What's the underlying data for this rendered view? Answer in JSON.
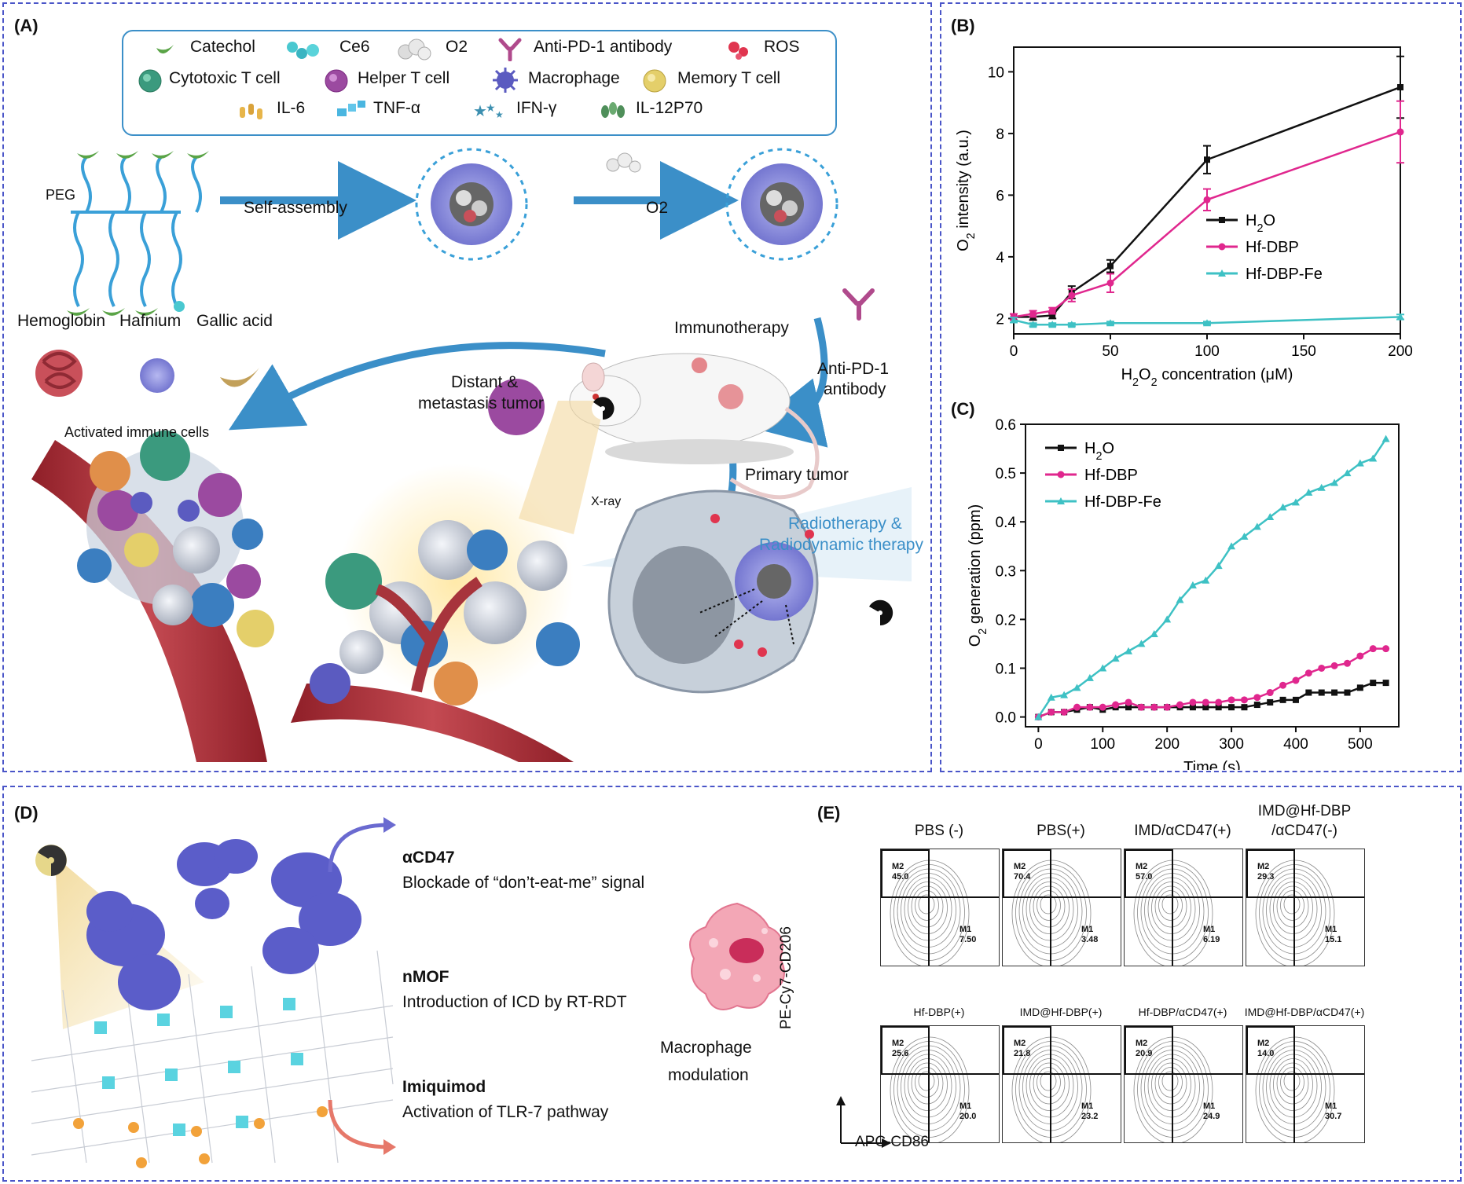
{
  "panels": {
    "A": "(A)",
    "B": "(B)",
    "C": "(C)",
    "D": "(D)",
    "E": "(E)"
  },
  "legend": {
    "catechol": "Catechol",
    "ce6": "Ce6",
    "o2": "O2",
    "anti_pd1": "Anti-PD-1 antibody",
    "ros": "ROS",
    "cytotoxic": "Cytotoxic T cell",
    "helper": "Helper T cell",
    "macrophage": "Macrophage",
    "memory": "Memory T cell",
    "il6": "IL-6",
    "tnf": "TNF-α",
    "ifn": "IFN-γ",
    "il12": "IL-12P70"
  },
  "scheme": {
    "peg": "PEG",
    "self_assembly": "Self-assembly",
    "o2": "O2",
    "hemoglobin": "Hemoglobin",
    "hafnium": "Hafnium",
    "gallic": "Gallic acid",
    "immunotherapy": "Immunotherapy",
    "anti_pd1": "Anti-PD-1 antibody",
    "distant": "Distant &",
    "metastasis": "metastasis tumor",
    "primary": "Primary tumor",
    "activated": "Activated immune cells",
    "xray": "X-ray",
    "radio1": "Radiotherapy &",
    "radio2": "Radiodynamic therapy"
  },
  "chart_data": [
    {
      "panel": "B",
      "type": "line",
      "xlabel": "H2O2 concentration (μM)",
      "ylabel": "O2 intensity (a.u.)",
      "xlim": [
        0,
        200
      ],
      "ylim": [
        1.5,
        10.8
      ],
      "xticks": [
        0,
        50,
        100,
        150,
        200
      ],
      "yticks": [
        2,
        4,
        6,
        8,
        10
      ],
      "legend_position": "right",
      "series": [
        {
          "name": "H2O",
          "color": "#111111",
          "x": [
            0,
            10,
            20,
            30,
            50,
            100,
            200
          ],
          "y": [
            2.05,
            2.05,
            2.1,
            2.85,
            3.7,
            7.15,
            9.5
          ],
          "err": [
            0.1,
            0.1,
            0.1,
            0.2,
            0.2,
            0.45,
            1.0
          ]
        },
        {
          "name": "Hf-DBP",
          "color": "#e0278e",
          "x": [
            0,
            10,
            20,
            30,
            50,
            100,
            200
          ],
          "y": [
            2.05,
            2.15,
            2.25,
            2.75,
            3.15,
            5.85,
            8.05
          ],
          "err": [
            0.1,
            0.1,
            0.1,
            0.2,
            0.3,
            0.35,
            1.0
          ]
        },
        {
          "name": "Hf-DBP-Fe",
          "color": "#3ec1c4",
          "x": [
            0,
            10,
            20,
            30,
            50,
            100,
            200
          ],
          "y": [
            1.95,
            1.8,
            1.8,
            1.8,
            1.85,
            1.85,
            2.05
          ],
          "err": [
            0.08,
            0.05,
            0.05,
            0.05,
            0.05,
            0.05,
            0.08
          ]
        }
      ]
    },
    {
      "panel": "C",
      "type": "line",
      "xlabel": "Time (s)",
      "ylabel": "O2 generation (ppm)",
      "xlim": [
        -20,
        560
      ],
      "ylim": [
        -0.02,
        0.6
      ],
      "xticks": [
        0,
        100,
        200,
        300,
        400,
        500
      ],
      "yticks": [
        0.0,
        0.1,
        0.2,
        0.3,
        0.4,
        0.5,
        0.6
      ],
      "legend_position": "top-left",
      "series": [
        {
          "name": "H2O",
          "color": "#111111",
          "x": [
            0,
            20,
            40,
            60,
            80,
            100,
            120,
            140,
            160,
            180,
            200,
            220,
            240,
            260,
            280,
            300,
            320,
            340,
            360,
            380,
            400,
            420,
            440,
            460,
            480,
            500,
            520,
            540
          ],
          "y": [
            0,
            0.01,
            0.01,
            0.015,
            0.02,
            0.015,
            0.02,
            0.02,
            0.02,
            0.02,
            0.02,
            0.02,
            0.02,
            0.02,
            0.02,
            0.02,
            0.02,
            0.025,
            0.03,
            0.035,
            0.035,
            0.05,
            0.05,
            0.05,
            0.05,
            0.06,
            0.07,
            0.07
          ]
        },
        {
          "name": "Hf-DBP",
          "color": "#e0278e",
          "x": [
            0,
            20,
            40,
            60,
            80,
            100,
            120,
            140,
            160,
            180,
            200,
            220,
            240,
            260,
            280,
            300,
            320,
            340,
            360,
            380,
            400,
            420,
            440,
            460,
            480,
            500,
            520,
            540
          ],
          "y": [
            0,
            0.01,
            0.01,
            0.02,
            0.02,
            0.02,
            0.025,
            0.03,
            0.02,
            0.02,
            0.02,
            0.025,
            0.03,
            0.03,
            0.03,
            0.035,
            0.035,
            0.04,
            0.05,
            0.065,
            0.075,
            0.09,
            0.1,
            0.105,
            0.11,
            0.125,
            0.14,
            0.14
          ]
        },
        {
          "name": "Hf-DBP-Fe",
          "color": "#3ec1c4",
          "x": [
            0,
            20,
            40,
            60,
            80,
            100,
            120,
            140,
            160,
            180,
            200,
            220,
            240,
            260,
            280,
            300,
            320,
            340,
            360,
            380,
            400,
            420,
            440,
            460,
            480,
            500,
            520,
            540
          ],
          "y": [
            0,
            0.04,
            0.045,
            0.06,
            0.08,
            0.1,
            0.12,
            0.135,
            0.15,
            0.17,
            0.2,
            0.24,
            0.27,
            0.28,
            0.31,
            0.35,
            0.37,
            0.39,
            0.41,
            0.43,
            0.44,
            0.46,
            0.47,
            0.48,
            0.5,
            0.52,
            0.53,
            0.57
          ]
        }
      ]
    }
  ],
  "panel_d": {
    "acd47_title": "αCD47",
    "acd47_desc": "Blockade of “don’t-eat-me” signal",
    "nmof_title": "nMOF",
    "nmof_desc": "Introduction of ICD by RT-RDT",
    "imq_title": "Imiquimod",
    "imq_desc": "Activation of TLR-7 pathway",
    "macro1": "Macrophage",
    "macro2": "modulation"
  },
  "panel_e": {
    "ylabel": "PE-Cy7-CD206",
    "xlabel": "APC-CD86",
    "plots": [
      {
        "title": "PBS (-)",
        "m2": "45.0",
        "m1": "7.50"
      },
      {
        "title": "PBS(+)",
        "m2": "70.4",
        "m1": "3.48"
      },
      {
        "title": "IMD/αCD47(+)",
        "m2": "57.0",
        "m1": "6.19"
      },
      {
        "title": "IMD@Hf-DBP /αCD47(-)",
        "title1": "IMD@Hf-DBP",
        "title2": "/αCD47(-)",
        "m2": "29.3",
        "m1": "15.1"
      },
      {
        "title": "Hf-DBP(+)",
        "m2": "25.6",
        "m1": "20.0"
      },
      {
        "title": "IMD@Hf-DBP(+)",
        "m2": "21.8",
        "m1": "23.2"
      },
      {
        "title": "Hf-DBP/αCD47(+)",
        "m2": "20.9",
        "m1": "24.9"
      },
      {
        "title": "IMD@Hf-DBP/αCD47(+)",
        "m2": "14.0",
        "m1": "30.7"
      }
    ],
    "gate_m2": "M2",
    "gate_m1": "M1"
  }
}
